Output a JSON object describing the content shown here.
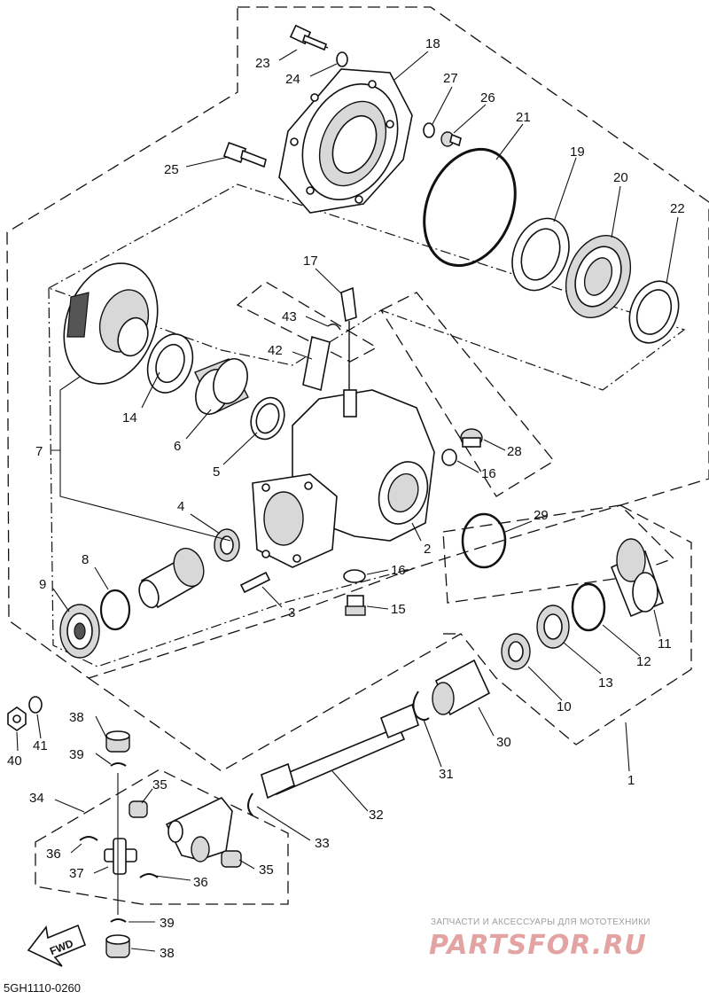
{
  "diagram_code": "5GH1110-0260",
  "fwd_label": "FWD",
  "watermark": {
    "top_text": "ЗАПЧАСТИ И АКСЕССУАРЫ ДЛЯ МОТОТЕХНИКИ",
    "brand_text": "PARTSFOR.RU"
  },
  "callouts": {
    "c1": "1",
    "c2": "2",
    "c3": "3",
    "c4": "4",
    "c5": "5",
    "c6": "6",
    "c7": "7",
    "c8": "8",
    "c9": "9",
    "c10": "10",
    "c11": "11",
    "c12": "12",
    "c13": "13",
    "c14": "14",
    "c15": "15",
    "c16a": "16",
    "c16b": "16",
    "c17": "17",
    "c18": "18",
    "c19": "19",
    "c20": "20",
    "c21": "21",
    "c22": "22",
    "c23": "23",
    "c24": "24",
    "c25": "25",
    "c26": "26",
    "c27": "27",
    "c28": "28",
    "c29": "29",
    "c30": "30",
    "c31": "31",
    "c32": "32",
    "c33": "33",
    "c34": "34",
    "c35a": "35",
    "c35b": "35",
    "c36a": "36",
    "c36b": "36",
    "c37": "37",
    "c38a": "38",
    "c38b": "38",
    "c39a": "39",
    "c39b": "39",
    "c40": "40",
    "c41": "41",
    "c42": "42",
    "c43": "43"
  }
}
